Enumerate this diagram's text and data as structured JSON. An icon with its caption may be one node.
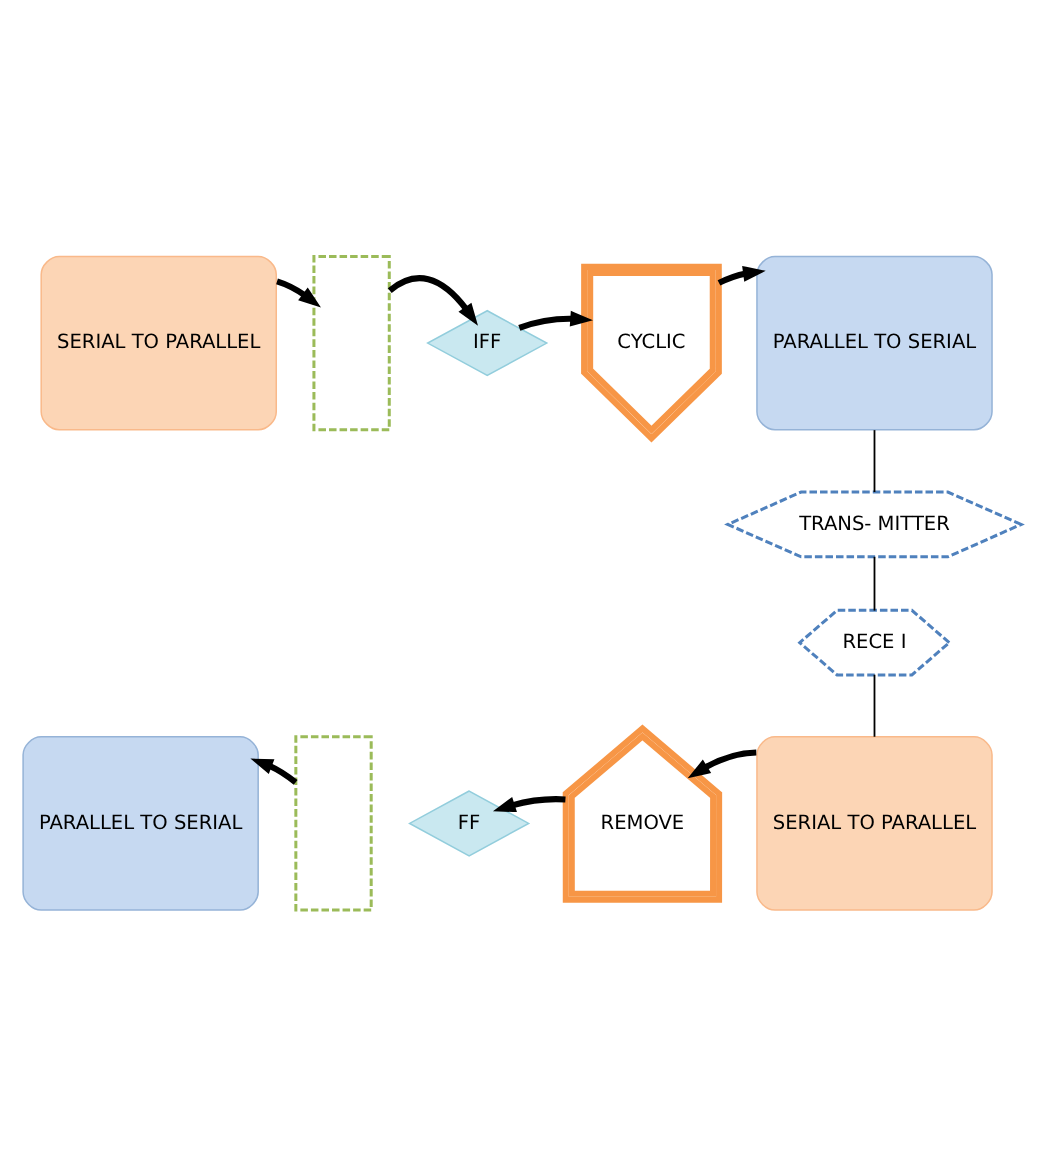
{
  "diagram": {
    "nodes": [
      {
        "text": [
          "SERIAL TO PARALLEL"
        ]
      },
      {
        "text": [],
        "shape": "box"
      },
      {
        "text": [
          "IFF"
        ]
      },
      {
        "text": [
          "CYCLIC"
        ]
      },
      {
        "text": [
          "PARALLEL TO SERIAL"
        ]
      },
      {
        "text": [
          "TRANS- MITTER"
        ]
      },
      {
        "text": [
          "RECE I"
        ]
      },
      {
        "text": [
          "SERIAL TO PARALLEL"
        ]
      },
      {
        "text": [
          "REMOVE"
        ]
      },
      {
        "text": [
          "FF"
        ]
      },
      {
        "text": [],
        "shape": "box"
      },
      {
        "text": [
          "PARALLEL TO SERIAL"
        ]
      }
    ],
    "edges": [
      {
        "from": 0,
        "to": 1,
        "arrow": "to"
      },
      {
        "from": 1,
        "to": 2,
        "arrow": "to"
      },
      {
        "from": 2,
        "to": 3,
        "arrow": "to"
      },
      {
        "from": 3,
        "to": 4,
        "arrow": "to"
      },
      {
        "from": 4,
        "to": 5,
        "arrow": "none"
      },
      {
        "from": 5,
        "to": 6,
        "arrow": "none"
      },
      {
        "from": 6,
        "to": 7,
        "arrow": "none"
      },
      {
        "from": 7,
        "to": 8,
        "arrow": "to"
      },
      {
        "from": 8,
        "to": 9,
        "arrow": "to"
      },
      {
        "from": 10,
        "to": 11,
        "arrow": "to"
      }
    ]
  }
}
